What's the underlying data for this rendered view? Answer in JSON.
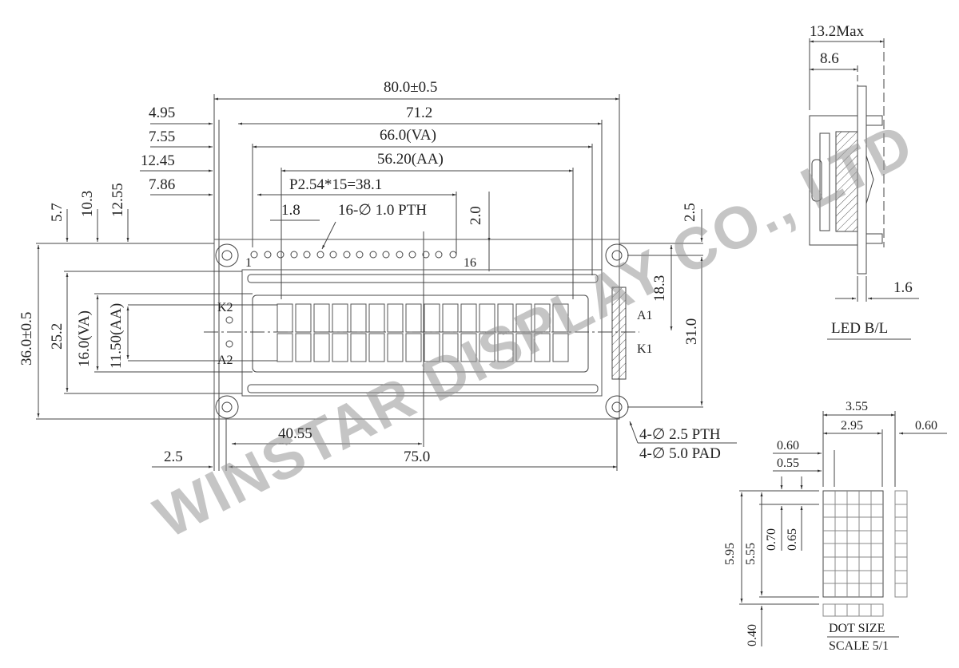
{
  "drawing": {
    "manufacturer_watermark": "WINSTAR DISPLAY CO., LTD",
    "front_view": {
      "horizontal_dims": {
        "overall_width": "80.0±0.5",
        "d_4_95": "4.95",
        "d_71_2": "71.2",
        "d_7_55": "7.55",
        "viewing_area_width": "66.0(VA)",
        "d_12_45": "12.45",
        "active_area_width": "56.20(AA)",
        "d_7_86": "7.86",
        "pin_pitch": "P2.54*15=38.1",
        "pad_width": "1.8",
        "pin_holes": "16-∅ 1.0 PTH",
        "pin_row_offset": "2.0",
        "center_offset": "40.55",
        "hole_span": "75.0",
        "hole_edge_offset": "2.5"
      },
      "vertical_dims": {
        "overall_height": "36.0±0.5",
        "d_5_7": "5.7",
        "d_10_3": "10.3",
        "d_12_55": "12.55",
        "d_25_2": "25.2",
        "viewing_area_height": "16.0(VA)",
        "active_area_height": "11.50(AA)",
        "right_top_offset": "2.5",
        "d_18_3": "18.3",
        "hole_span_vertical": "31.0"
      },
      "pin_labels": {
        "first": "1",
        "last": "16"
      },
      "led_labels": {
        "k2": "K2",
        "a2": "A2",
        "a1": "A1",
        "k1": "K1"
      },
      "mount_holes": {
        "line1": "4-∅ 2.5 PTH",
        "line2": "4-∅ 5.0 PAD"
      },
      "char_grid": {
        "columns": 16,
        "rows": 2
      }
    },
    "side_view": {
      "max_thickness": "13.2Max",
      "d_8_6": "8.6",
      "pcb_thickness": "1.6",
      "title": "LED B/L"
    },
    "dot_detail": {
      "char_width": "3.55",
      "char_width_inner": "2.95",
      "char_gap": "0.60",
      "dot_pitch_x": "0.60",
      "dot_width": "0.55",
      "dot_pitch_y": "0.70",
      "dot_height": "0.65",
      "char_height": "5.95",
      "char_height_inner": "5.55",
      "cursor_gap": "0.40",
      "title": "DOT SIZE",
      "subtitle": "SCALE 5/1"
    }
  }
}
